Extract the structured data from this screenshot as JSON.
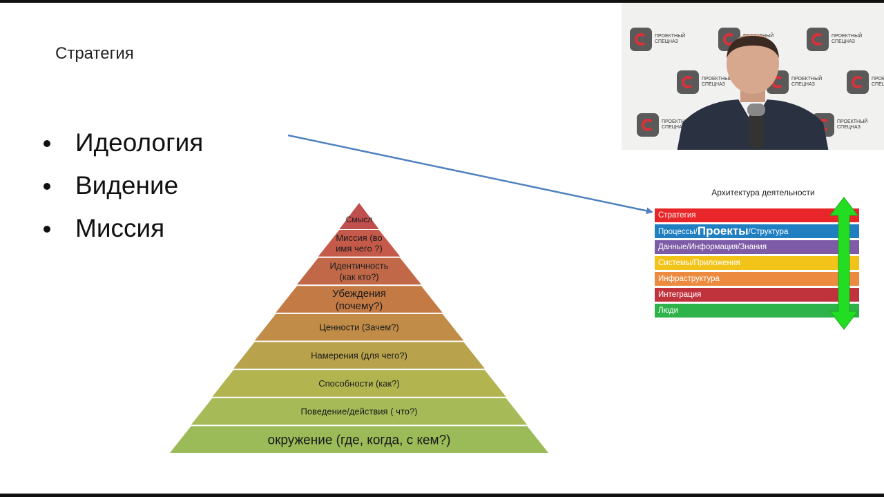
{
  "slide": {
    "title": "Стратегия",
    "bullets": [
      "Идеология",
      "Видение",
      "Миссия"
    ]
  },
  "pyramid": {
    "levels": [
      {
        "lines": [
          "Смысл"
        ],
        "color": "#c0504d"
      },
      {
        "lines": [
          "Миссия (во",
          "имя чего ?)"
        ],
        "color": "#c55a4a"
      },
      {
        "lines": [
          "Идентичность",
          "(как кто?)"
        ],
        "color": "#c06848"
      },
      {
        "lines": [
          "Убеждения",
          "(почему?)"
        ],
        "color": "#c47a45"
      },
      {
        "lines": [
          "Ценности (Зачем?)"
        ],
        "color": "#c08c48"
      },
      {
        "lines": [
          "Намерения (для чего?)"
        ],
        "color": "#b8a34c"
      },
      {
        "lines": [
          "Способности (как?)"
        ],
        "color": "#b2b450"
      },
      {
        "lines": [
          "Поведение/действия ( что?)"
        ],
        "color": "#a6bb58"
      },
      {
        "lines": [
          "окружение (где, когда, с кем?)"
        ],
        "color": "#9bbb59"
      }
    ]
  },
  "architecture": {
    "title": "Архитектура деятельности",
    "rows": [
      {
        "text": "Стратегия",
        "color": "#e8262a"
      },
      {
        "pre": "Процессы/",
        "big": "Проекты",
        "post": "/Структура",
        "color": "#1f7fc1"
      },
      {
        "text": "Данные/Информация/Знания",
        "color": "#7d5ba6"
      },
      {
        "text": "Системы/Приложения",
        "color": "#f2c318"
      },
      {
        "text": "Инфраструктура",
        "color": "#ec8b40"
      },
      {
        "text": "Интеграция",
        "color": "#c0333c"
      },
      {
        "text": "Люди",
        "color": "#2db34a"
      }
    ],
    "arrow_color": "#22dd22"
  },
  "webcam": {
    "logo_text": "ПРОЕКТНЫЙ СПЕЦНАЗ"
  },
  "colors": {
    "connector_arrow": "#4f81bd"
  }
}
